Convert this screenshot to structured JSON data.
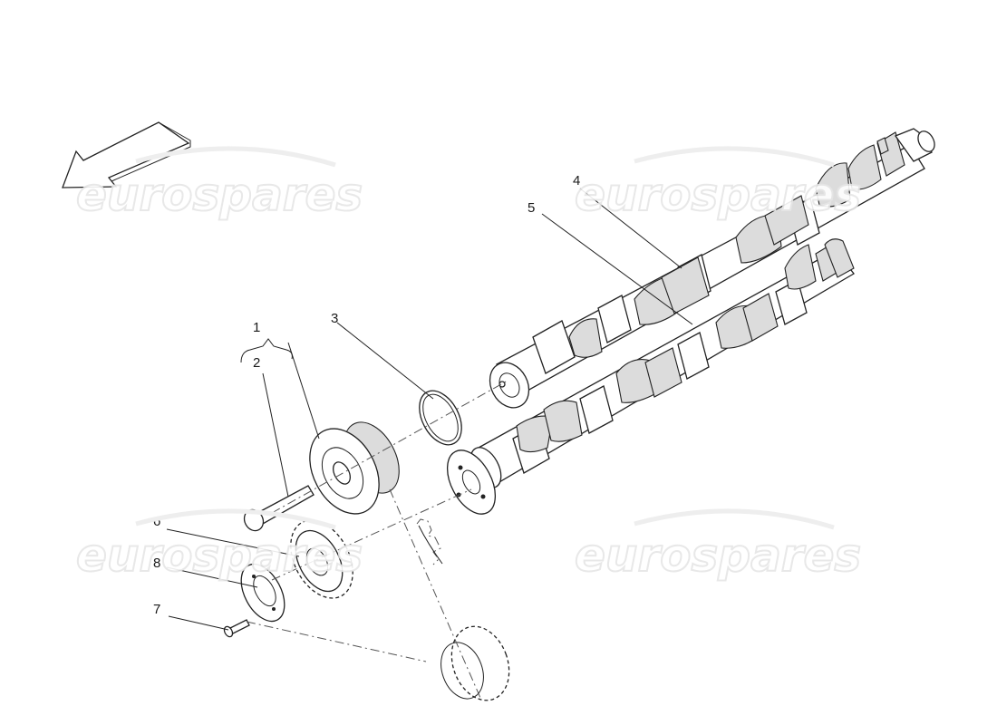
{
  "diagram": {
    "watermark": "eurospares",
    "callouts": [
      {
        "id": "1",
        "label": "1"
      },
      {
        "id": "2",
        "label": "2"
      },
      {
        "id": "3",
        "label": "3"
      },
      {
        "id": "4",
        "label": "4"
      },
      {
        "id": "5",
        "label": "5"
      },
      {
        "id": "6",
        "label": "6"
      },
      {
        "id": "7",
        "label": "7"
      },
      {
        "id": "8",
        "label": "8"
      }
    ]
  }
}
